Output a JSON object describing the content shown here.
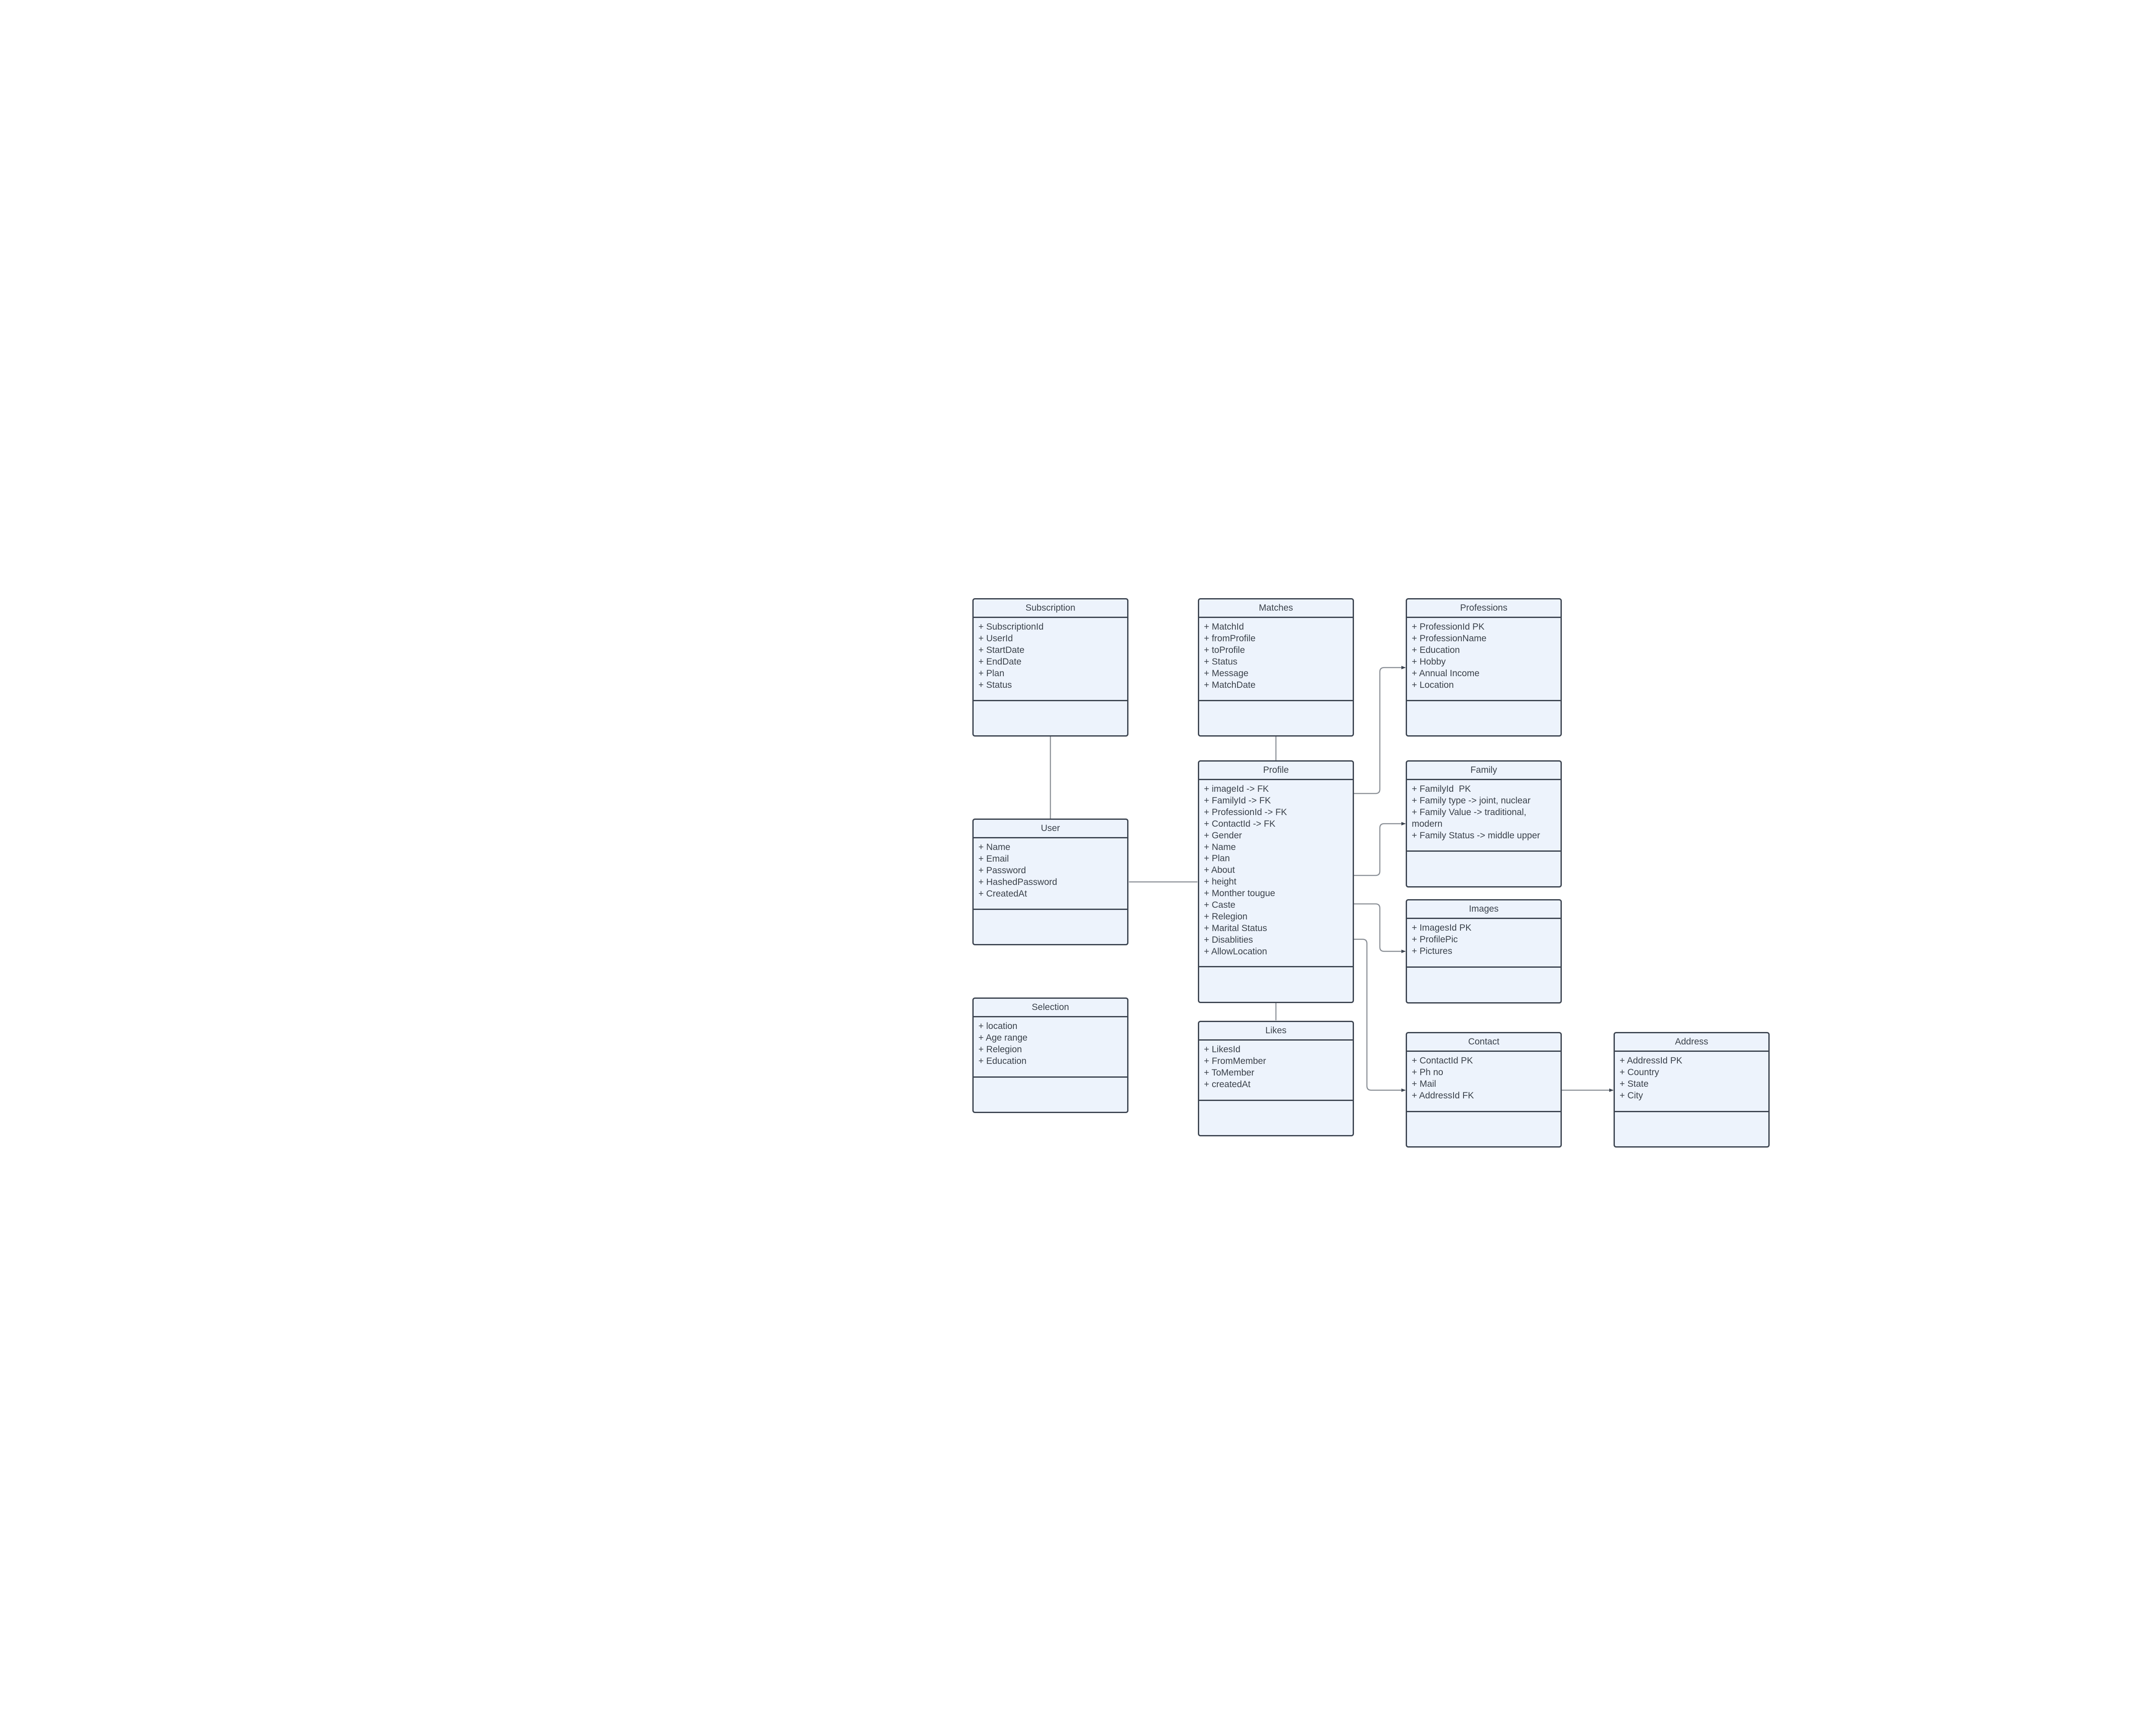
{
  "classes": {
    "subscription": {
      "name": "Subscription",
      "attributes": [
        "+ SubscriptionId",
        "+ UserId",
        "+ StartDate",
        "+ EndDate",
        "+ Plan",
        "+ Status"
      ]
    },
    "matches": {
      "name": "Matches",
      "attributes": [
        "+ MatchId",
        "+ fromProfile",
        "+ toProfile",
        "+ Status",
        "+ Message",
        "+ MatchDate"
      ]
    },
    "professions": {
      "name": "Professions",
      "attributes": [
        "+ ProfessionId PK",
        "+ ProfessionName",
        "+ Education",
        "+ Hobby",
        "+ Annual Income",
        "+ Location"
      ]
    },
    "profile": {
      "name": "Profile",
      "attributes": [
        "+ imageId -> FK",
        "+ FamilyId -> FK",
        "+ ProfessionId -> FK",
        "+ ContactId -> FK",
        "+ Gender",
        "+ Name",
        "+ Plan",
        "+ About",
        "+ height",
        "+ Monther tougue",
        "+ Caste",
        "+ Relegion",
        "+ Marital Status",
        "+ Disablities",
        "+ AllowLocation"
      ]
    },
    "family": {
      "name": "Family",
      "attributes": [
        "+ FamilyId  PK",
        "+ Family type -> joint, nuclear",
        "+ Family Value -> traditional, modern",
        "+ Family Status -> middle upper"
      ]
    },
    "user": {
      "name": "User",
      "attributes": [
        "+ Name",
        "+ Email",
        "+ Password",
        "+ HashedPassword",
        "+ CreatedAt"
      ]
    },
    "images": {
      "name": "Images",
      "attributes": [
        "+ ImagesId PK",
        "+ ProfilePic",
        "+ Pictures"
      ]
    },
    "selection": {
      "name": "Selection",
      "attributes": [
        "+ location",
        "+ Age range",
        "+ Relegion",
        "+ Education"
      ]
    },
    "likes": {
      "name": "Likes",
      "attributes": [
        "+ LikesId",
        "+ FromMember",
        "+ ToMember",
        "+ createdAt"
      ]
    },
    "contact": {
      "name": "Contact",
      "attributes": [
        "+ ContactId PK",
        "+ Ph no",
        "+ Mail",
        "+ AddressId FK"
      ]
    },
    "address": {
      "name": "Address",
      "attributes": [
        "+ AddressId PK",
        "+ Country",
        "+ State",
        "+ City"
      ]
    }
  },
  "colors": {
    "box_fill": "#edf3fc",
    "box_border": "#3c4450",
    "connector": "#8a8f96",
    "arrow": "#3c4450"
  }
}
